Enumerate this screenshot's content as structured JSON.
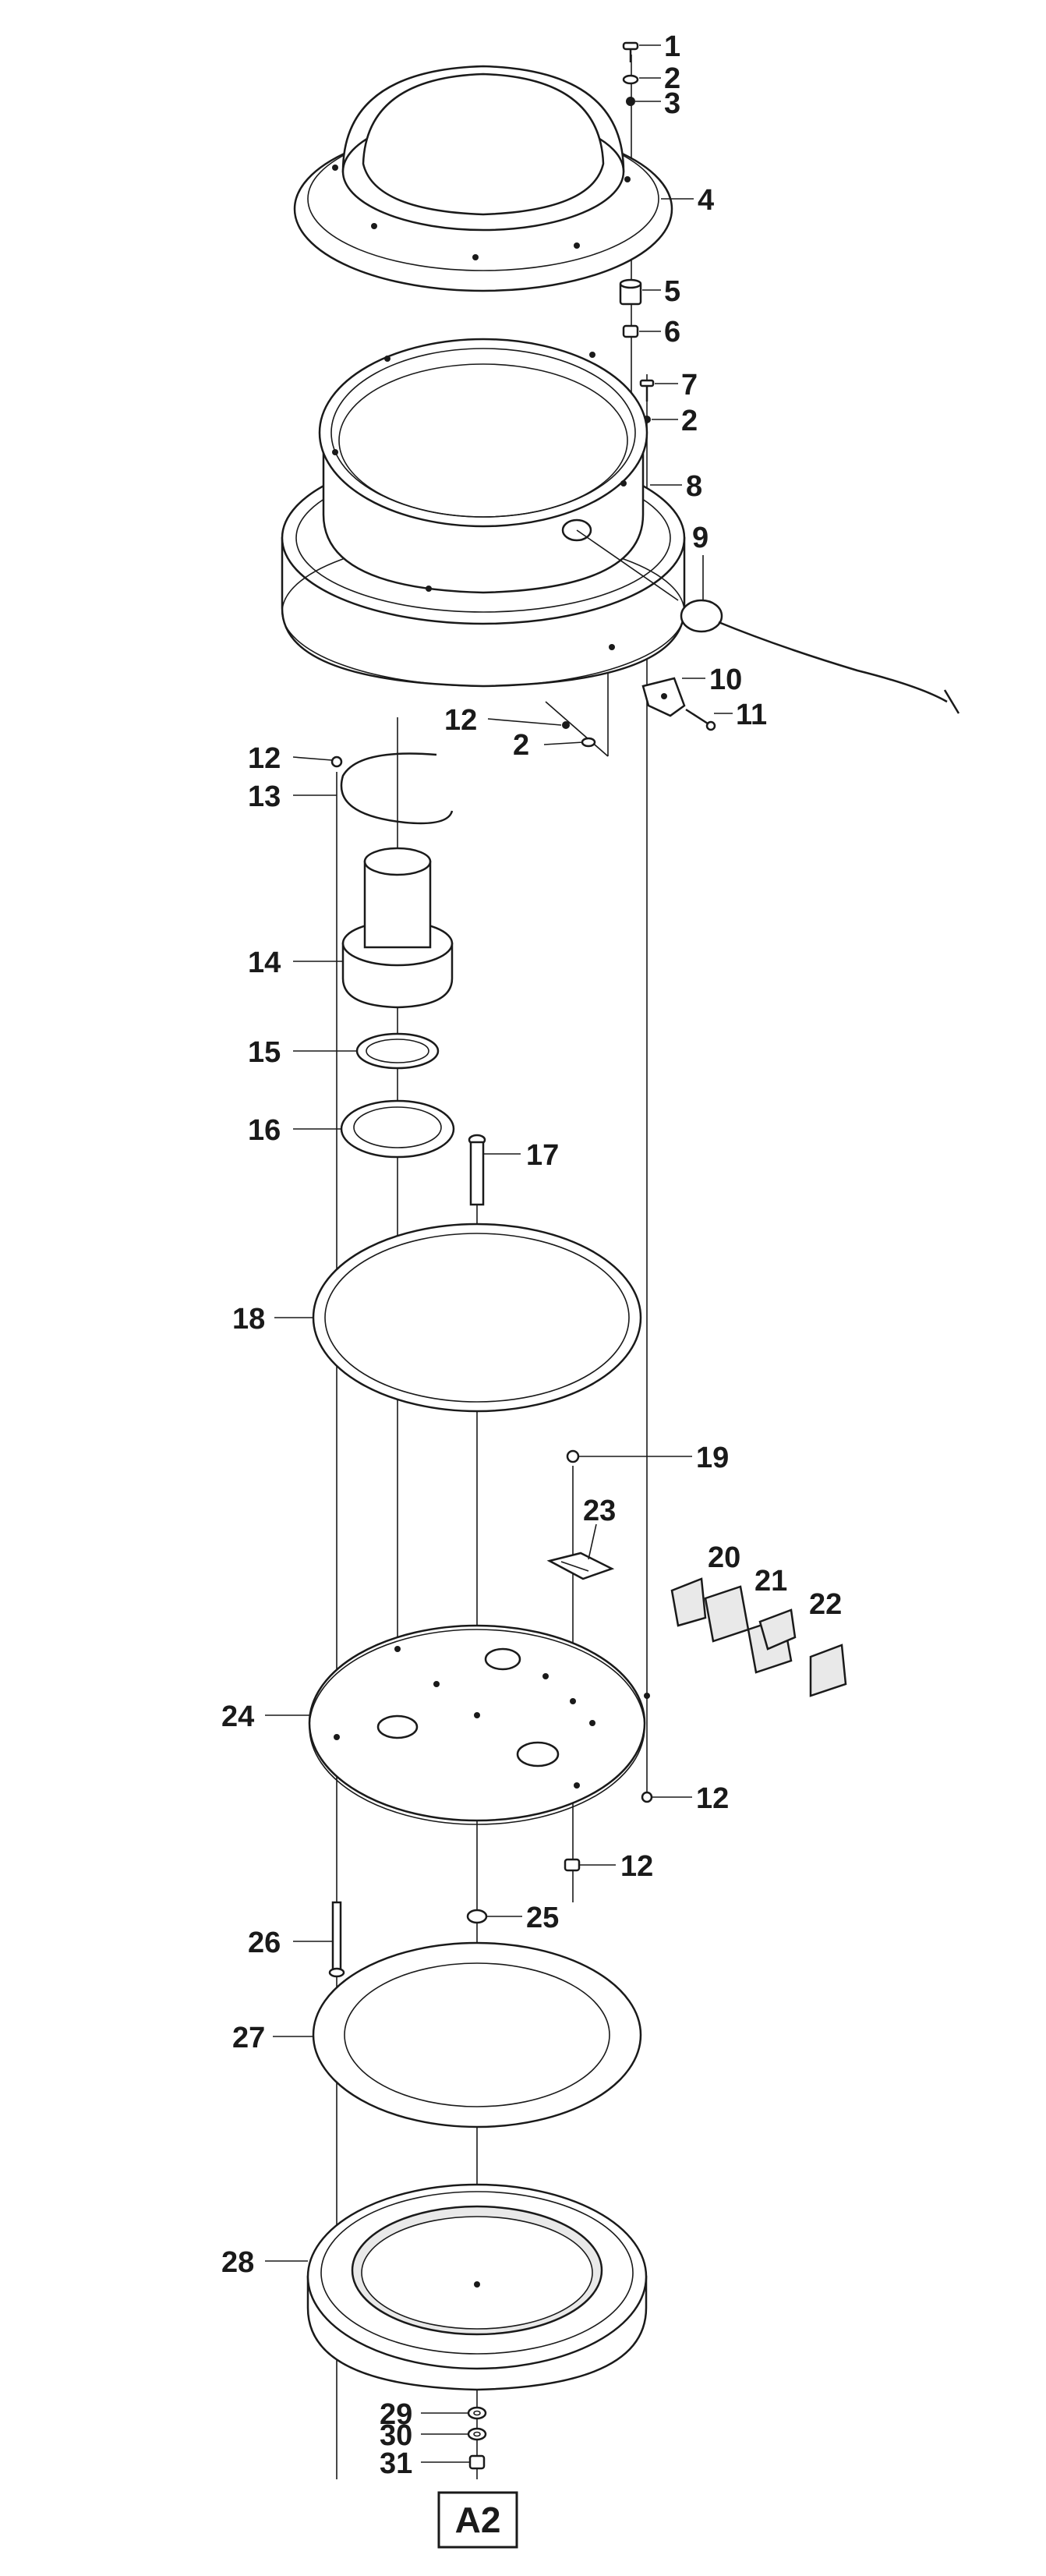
{
  "diagram": {
    "reference": "A2",
    "callouts": [
      {
        "id": "c1",
        "text": "1"
      },
      {
        "id": "c2a",
        "text": "2"
      },
      {
        "id": "c3",
        "text": "3"
      },
      {
        "id": "c4",
        "text": "4"
      },
      {
        "id": "c5",
        "text": "5"
      },
      {
        "id": "c6",
        "text": "6"
      },
      {
        "id": "c7",
        "text": "7"
      },
      {
        "id": "c2b",
        "text": "2"
      },
      {
        "id": "c8",
        "text": "8"
      },
      {
        "id": "c9",
        "text": "9"
      },
      {
        "id": "c10",
        "text": "10"
      },
      {
        "id": "c11",
        "text": "11"
      },
      {
        "id": "c12a",
        "text": "12"
      },
      {
        "id": "c2c",
        "text": "2"
      },
      {
        "id": "c12b",
        "text": "12"
      },
      {
        "id": "c13",
        "text": "13"
      },
      {
        "id": "c14",
        "text": "14"
      },
      {
        "id": "c15",
        "text": "15"
      },
      {
        "id": "c16",
        "text": "16"
      },
      {
        "id": "c17",
        "text": "17"
      },
      {
        "id": "c18",
        "text": "18"
      },
      {
        "id": "c19",
        "text": "19"
      },
      {
        "id": "c23",
        "text": "23"
      },
      {
        "id": "c20",
        "text": "20"
      },
      {
        "id": "c21",
        "text": "21"
      },
      {
        "id": "c22",
        "text": "22"
      },
      {
        "id": "c24",
        "text": "24"
      },
      {
        "id": "c12c",
        "text": "12"
      },
      {
        "id": "c12d",
        "text": "12"
      },
      {
        "id": "c26",
        "text": "26"
      },
      {
        "id": "c25",
        "text": "25"
      },
      {
        "id": "c27",
        "text": "27"
      },
      {
        "id": "c28",
        "text": "28"
      },
      {
        "id": "c29",
        "text": "29"
      },
      {
        "id": "c30",
        "text": "30"
      },
      {
        "id": "c31",
        "text": "31"
      }
    ]
  }
}
